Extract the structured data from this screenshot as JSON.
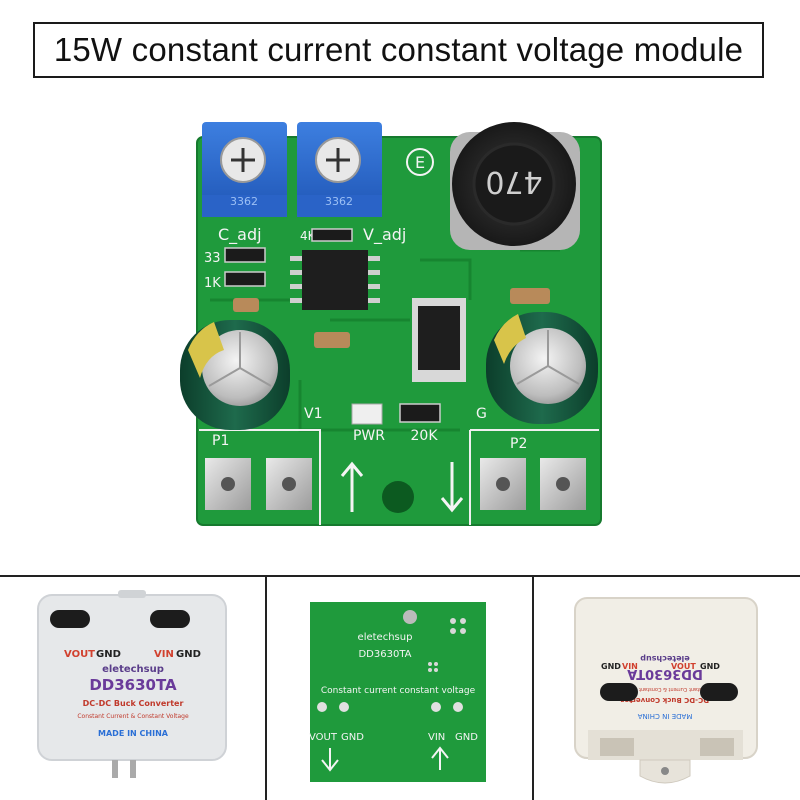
{
  "title": "15W constant current constant voltage module",
  "main_board": {
    "pot_labels": [
      "C_adj",
      "V_adj"
    ],
    "pot_codes": [
      "3362",
      "3362"
    ],
    "inductor_code": "470",
    "resistor_labels": [
      "33",
      "1K",
      "4K"
    ],
    "logo": "E",
    "led_label": "PWR",
    "resistor_right_label": "20K",
    "v1_label": "V1",
    "g_label": "G",
    "port_left": "P1",
    "port_right": "P2",
    "pcb_color": "#1f9a3c"
  },
  "enclosure_front": {
    "vout_label": "VOUT",
    "vin_label": "VIN",
    "gnd_label": "GND",
    "brand": "eletechsup",
    "model": "DD3630TA",
    "desc1": "DC-DC Buck Converter",
    "desc2": "Constant Current & Constant Voltage",
    "made_in": "MADE IN CHINA"
  },
  "board_back": {
    "brand": "eletechsup",
    "model": "DD3630TA",
    "caption": "Constant current constant voltage",
    "vout_label": "VOUT",
    "vin_label": "VIN",
    "gnd_label": "GND"
  },
  "enclosure_rotated": {
    "made_in": "MADE IN CHINA",
    "desc1": "DC-DC Buck Converter",
    "desc2": "Constant Current & Constant Voltage",
    "brand": "eletechsup",
    "model": "DD3630TA",
    "vin_label": "VIN",
    "vout_label": "VOUT",
    "gnd_label": "GND"
  }
}
